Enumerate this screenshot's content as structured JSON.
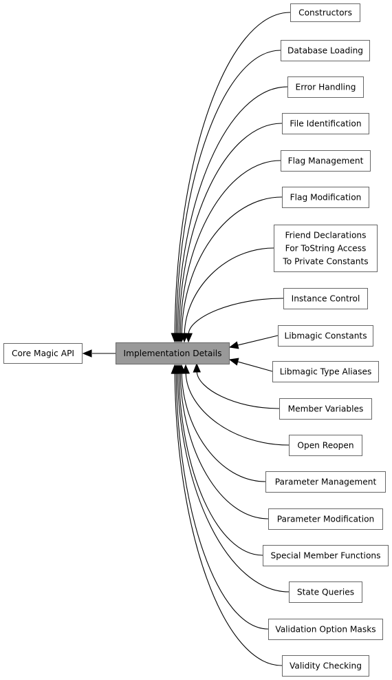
{
  "diagram": {
    "focus_node": "Implementation Details",
    "parent_node": "Core Magic API",
    "child_nodes": [
      "Constructors",
      "Database Loading",
      "Error Handling",
      "File Identification",
      "Flag Management",
      "Flag Modification",
      [
        "Friend Declarations",
        "For ToString Access",
        "To Private Constants"
      ],
      "Instance Control",
      "Libmagic Constants",
      "Libmagic Type Aliases",
      "Member Variables",
      "Open Reopen",
      "Parameter Management",
      "Parameter Modification",
      "Special Member Functions",
      "State Queries",
      "Validation Option Masks",
      "Validity Checking"
    ]
  },
  "colors": {
    "focus_fill": "#999999",
    "node_fill": "#ffffff",
    "node_border": "#666666",
    "edge": "#000000"
  }
}
